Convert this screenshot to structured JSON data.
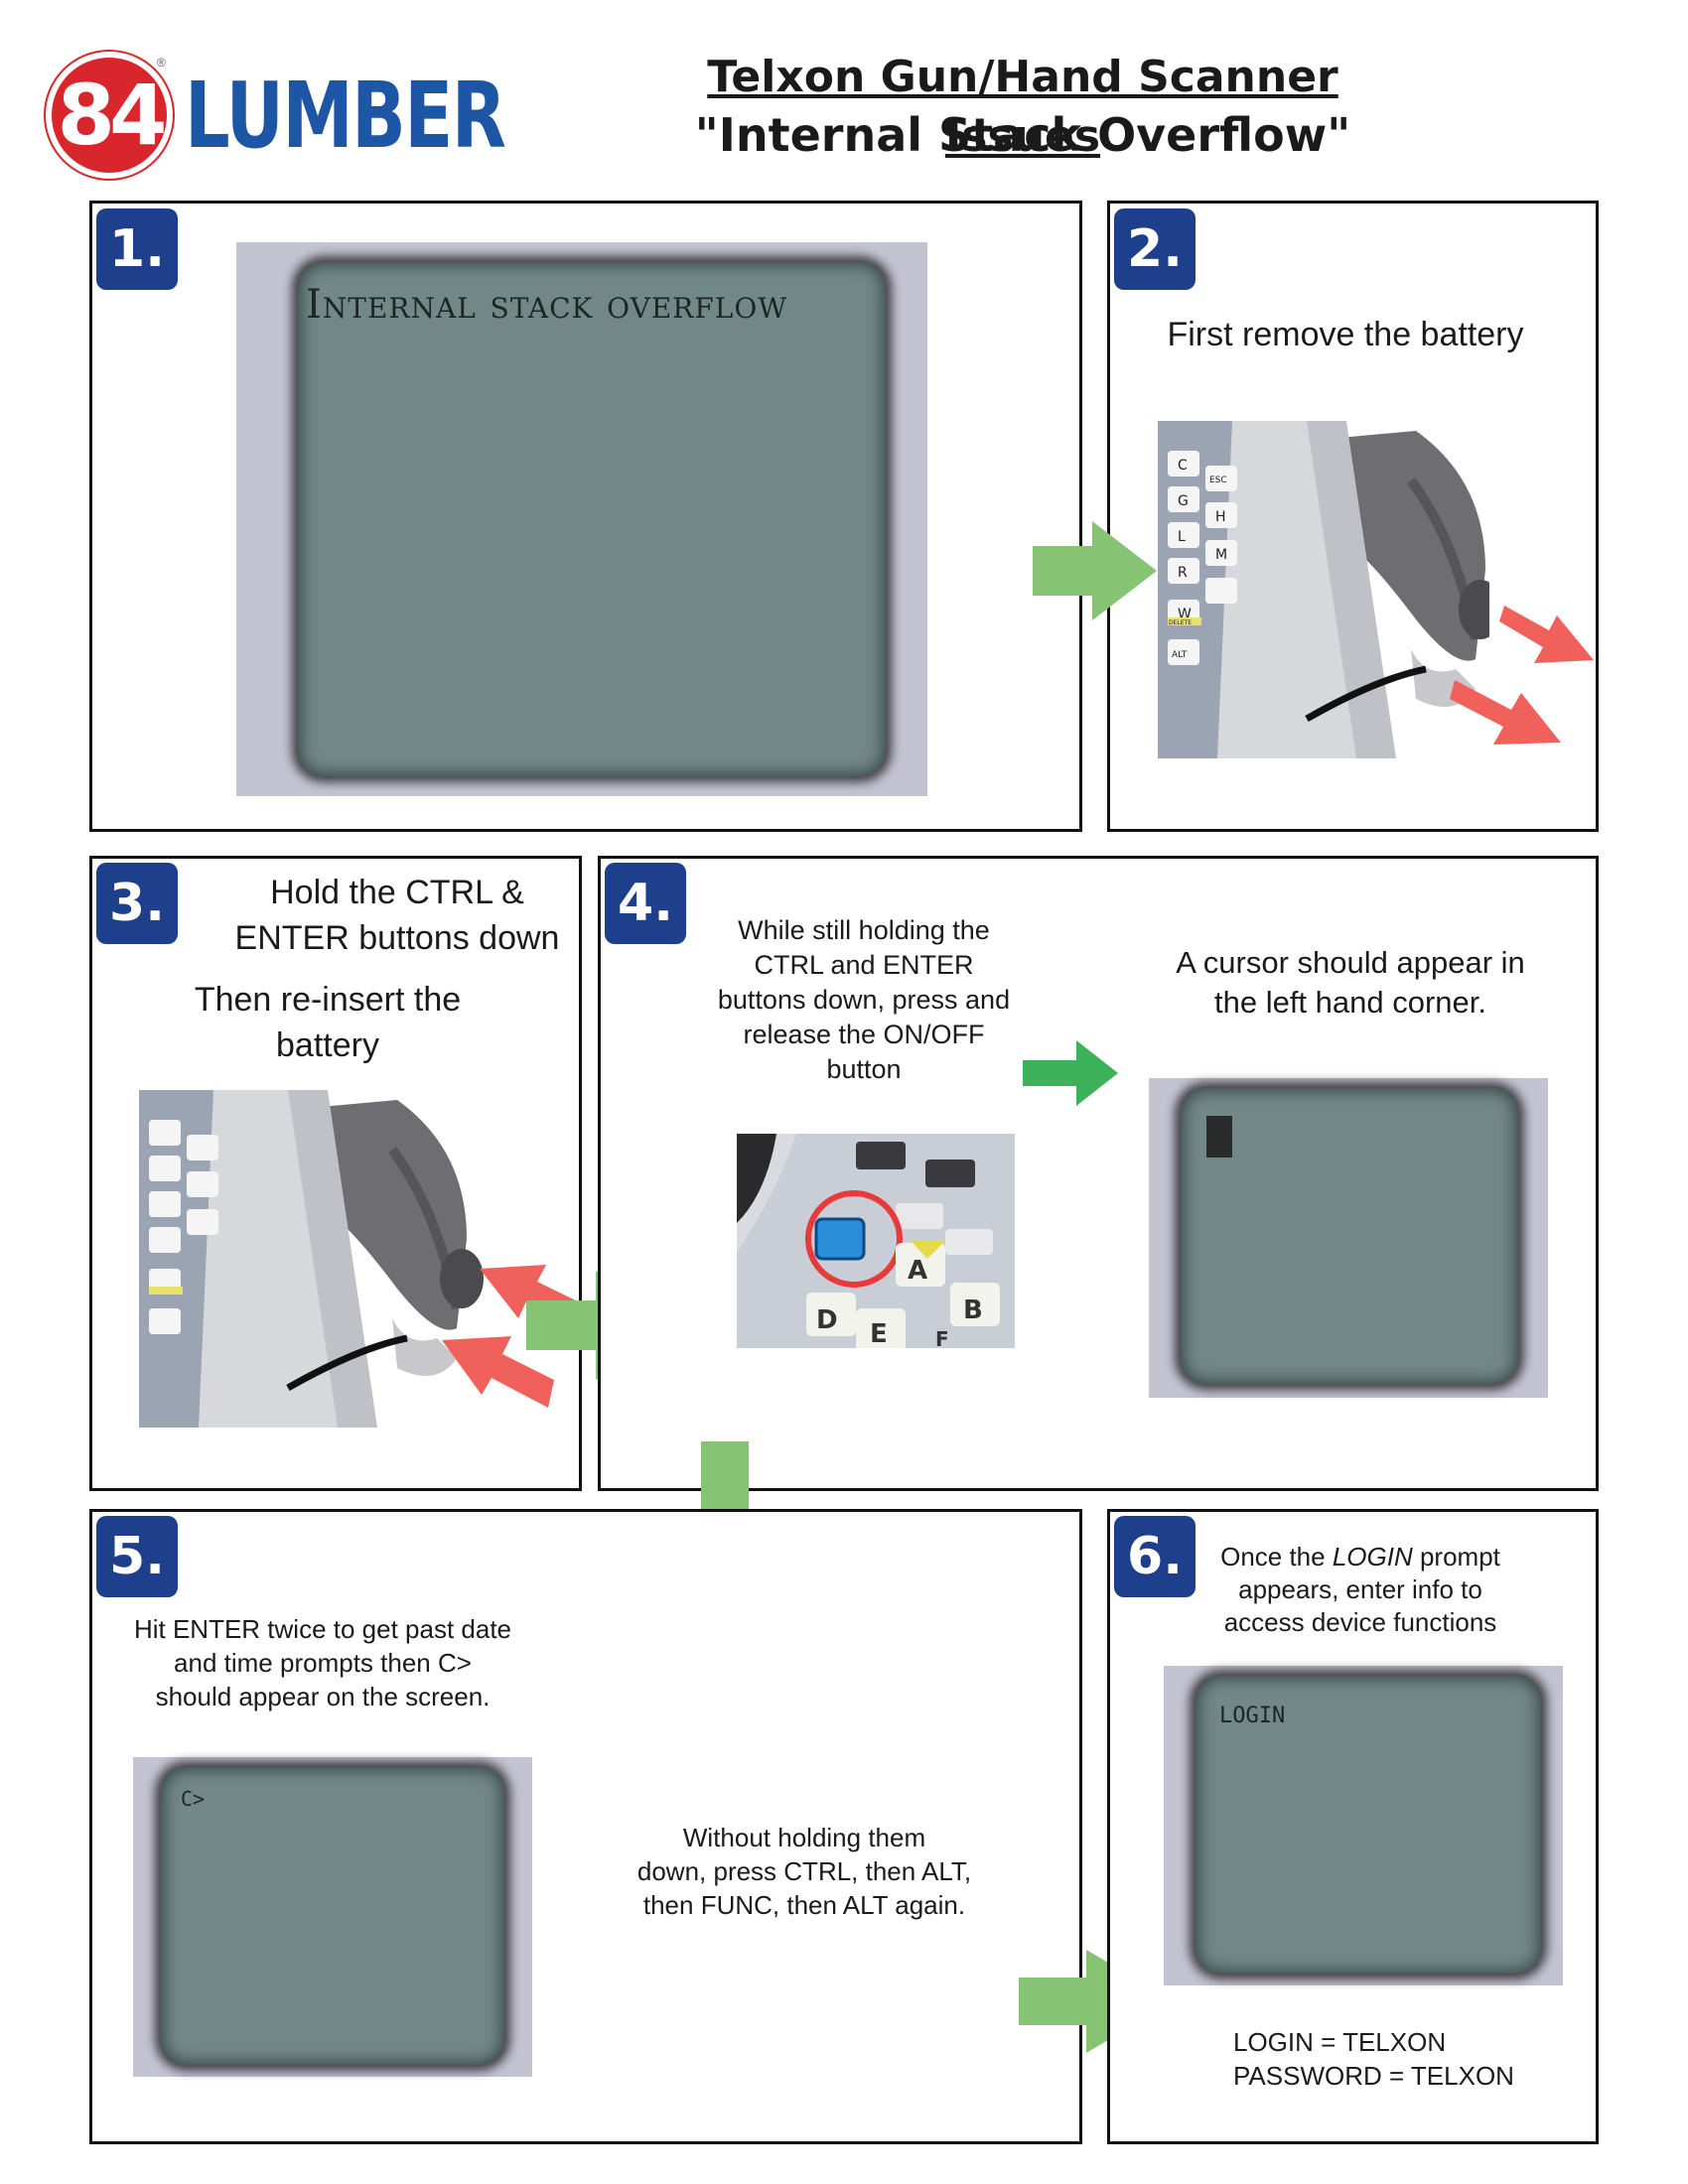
{
  "header": {
    "logo_number": "84",
    "logo_registered": "®",
    "logo_word": "LUMBER",
    "title_line1": "Telxon Gun/Hand Scanner Issues",
    "title_line2": "\"Internal Stack Overflow\""
  },
  "steps": [
    {
      "number": "1.",
      "screen_text": "Internal stack overflow"
    },
    {
      "number": "2.",
      "text": "First remove the battery"
    },
    {
      "number": "3.",
      "text_a": "Hold the CTRL &",
      "text_b": "ENTER buttons down",
      "text_c": "Then re-insert the",
      "text_d": "battery"
    },
    {
      "number": "4.",
      "text_a": [
        "While still holding the",
        "CTRL and ENTER",
        "buttons down, press and",
        "release the ON/OFF",
        "button"
      ],
      "text_b": [
        "A cursor should appear in",
        "the left hand corner."
      ]
    },
    {
      "number": "5.",
      "text_a": [
        "Hit ENTER twice to get past date",
        "and time prompts then C>",
        "should appear on the screen."
      ],
      "screen_text": "C>",
      "text_b": [
        "Without holding them",
        "down, press CTRL, then ALT,",
        "then FUNC, then ALT again."
      ]
    },
    {
      "number": "6.",
      "text_pre": "Once the ",
      "text_em": "LOGIN",
      "text_post": " prompt",
      "text_lines": [
        "appears, enter info to",
        "access device functions"
      ],
      "screen_text": "LOGIN",
      "credentials": [
        "LOGIN = TELXON",
        "PASSWORD = TELXON"
      ]
    }
  ],
  "device_keys": [
    "C",
    "G",
    "L",
    "R",
    "W",
    "ESC",
    "H",
    "M",
    "DELETE",
    "ALT"
  ],
  "keypad_keys": [
    "A",
    "B",
    "D",
    "E",
    "F"
  ],
  "colors": {
    "arrow_green": "#86c473",
    "arrow_green_bright": "#3db05a",
    "arrow_red": "#f0615c",
    "badge_blue": "#1e3f8c",
    "logo_red": "#d9262c",
    "logo_blue": "#1e56a6",
    "screen": "#718886"
  }
}
